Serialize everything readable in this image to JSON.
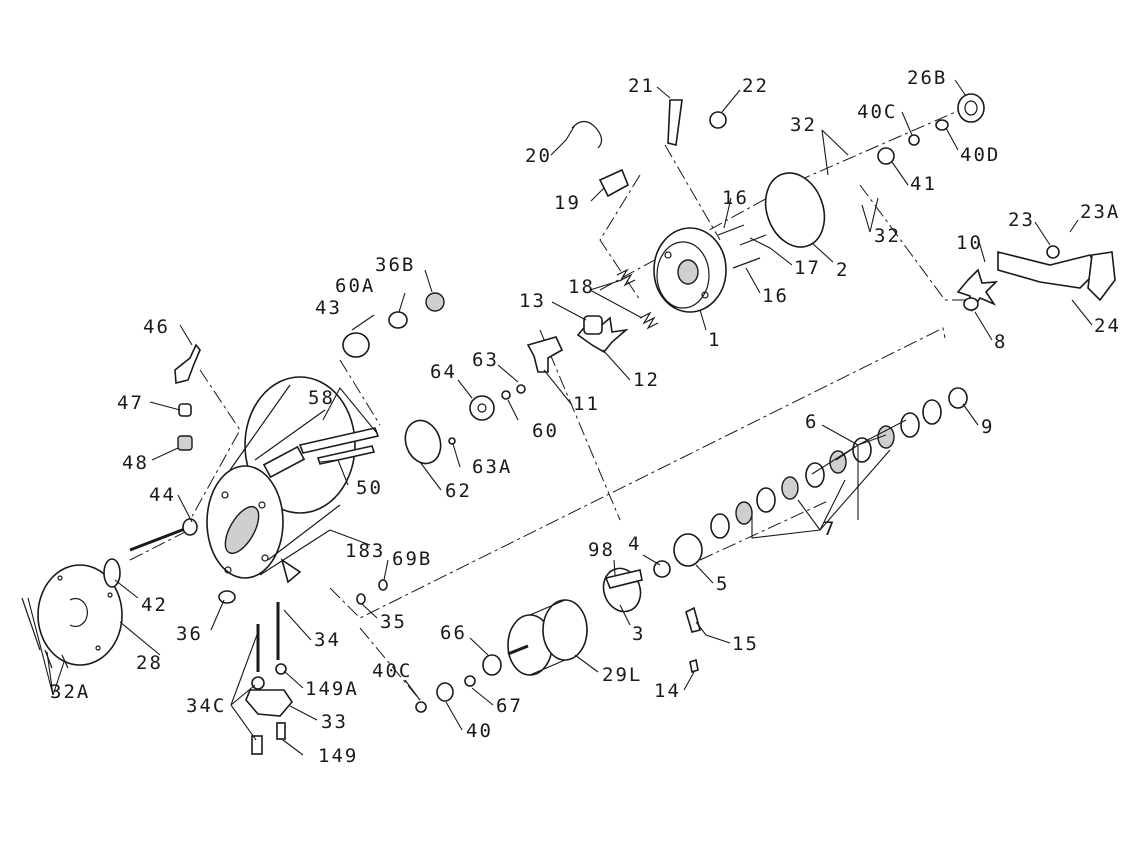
{
  "callouts": [
    "28",
    "32A",
    "42",
    "36",
    "44",
    "48",
    "47",
    "46",
    "58",
    "50",
    "183",
    "43",
    "60A",
    "36B",
    "62",
    "63A",
    "64",
    "63",
    "60",
    "13",
    "18",
    "12",
    "11",
    "19",
    "20",
    "21",
    "22",
    "16",
    "16",
    "1",
    "17",
    "2",
    "32",
    "32",
    "41",
    "40C",
    "40D",
    "26B",
    "10",
    "23",
    "23A",
    "24",
    "8",
    "9",
    "6",
    "7",
    "5",
    "4",
    "98",
    "3",
    "15",
    "14",
    "29L",
    "66",
    "67",
    "40",
    "40C",
    "34",
    "149A",
    "33",
    "149",
    "34C",
    "35",
    "69B"
  ]
}
